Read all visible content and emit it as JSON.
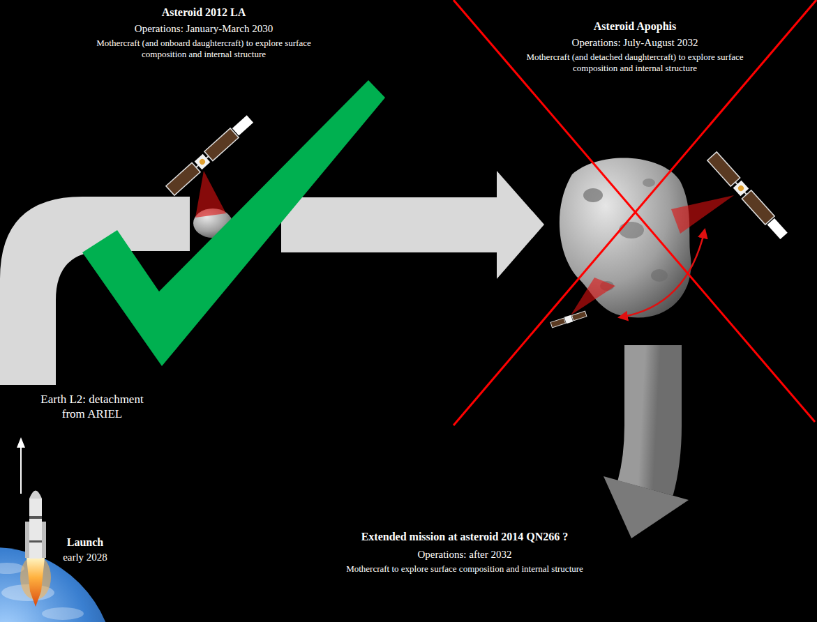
{
  "diagram": {
    "labels": [
      "Asteroid 2012 LA",
      "Operations: January-March 2030",
      "Mothercraft (and onboard daughtercraft) to explore surface composition and internal structure",
      "Asteroid Apophis",
      "Operations: July-August 2032",
      "Mothercraft (and detached daughtercraft) to explore surface composition and internal structure",
      "Earth L2: detachment from ARIEL",
      "Launch",
      "early 2028",
      "Extended mission at asteroid 2014 QN266 ?",
      "Operations: after 2032",
      "Mothercraft to explore surface composition and internal structure"
    ]
  }
}
